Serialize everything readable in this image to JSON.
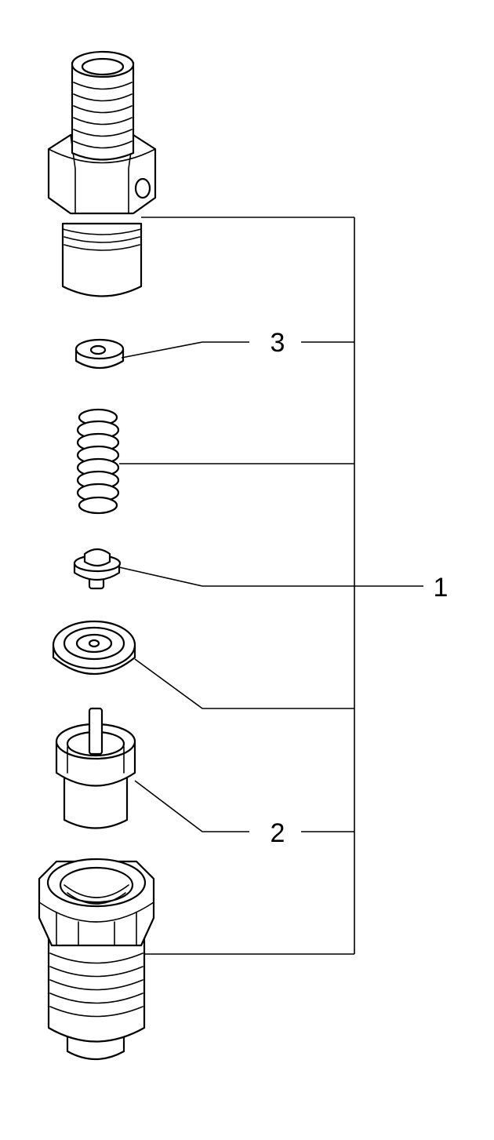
{
  "callouts": {
    "label_1": "1",
    "label_2": "2",
    "label_3": "3"
  },
  "parts": [
    "nozzle-holder-body",
    "shim-washer",
    "pressure-spring",
    "spring-seat",
    "intermediate-disc",
    "injector-nozzle",
    "nozzle-retaining-nut"
  ]
}
